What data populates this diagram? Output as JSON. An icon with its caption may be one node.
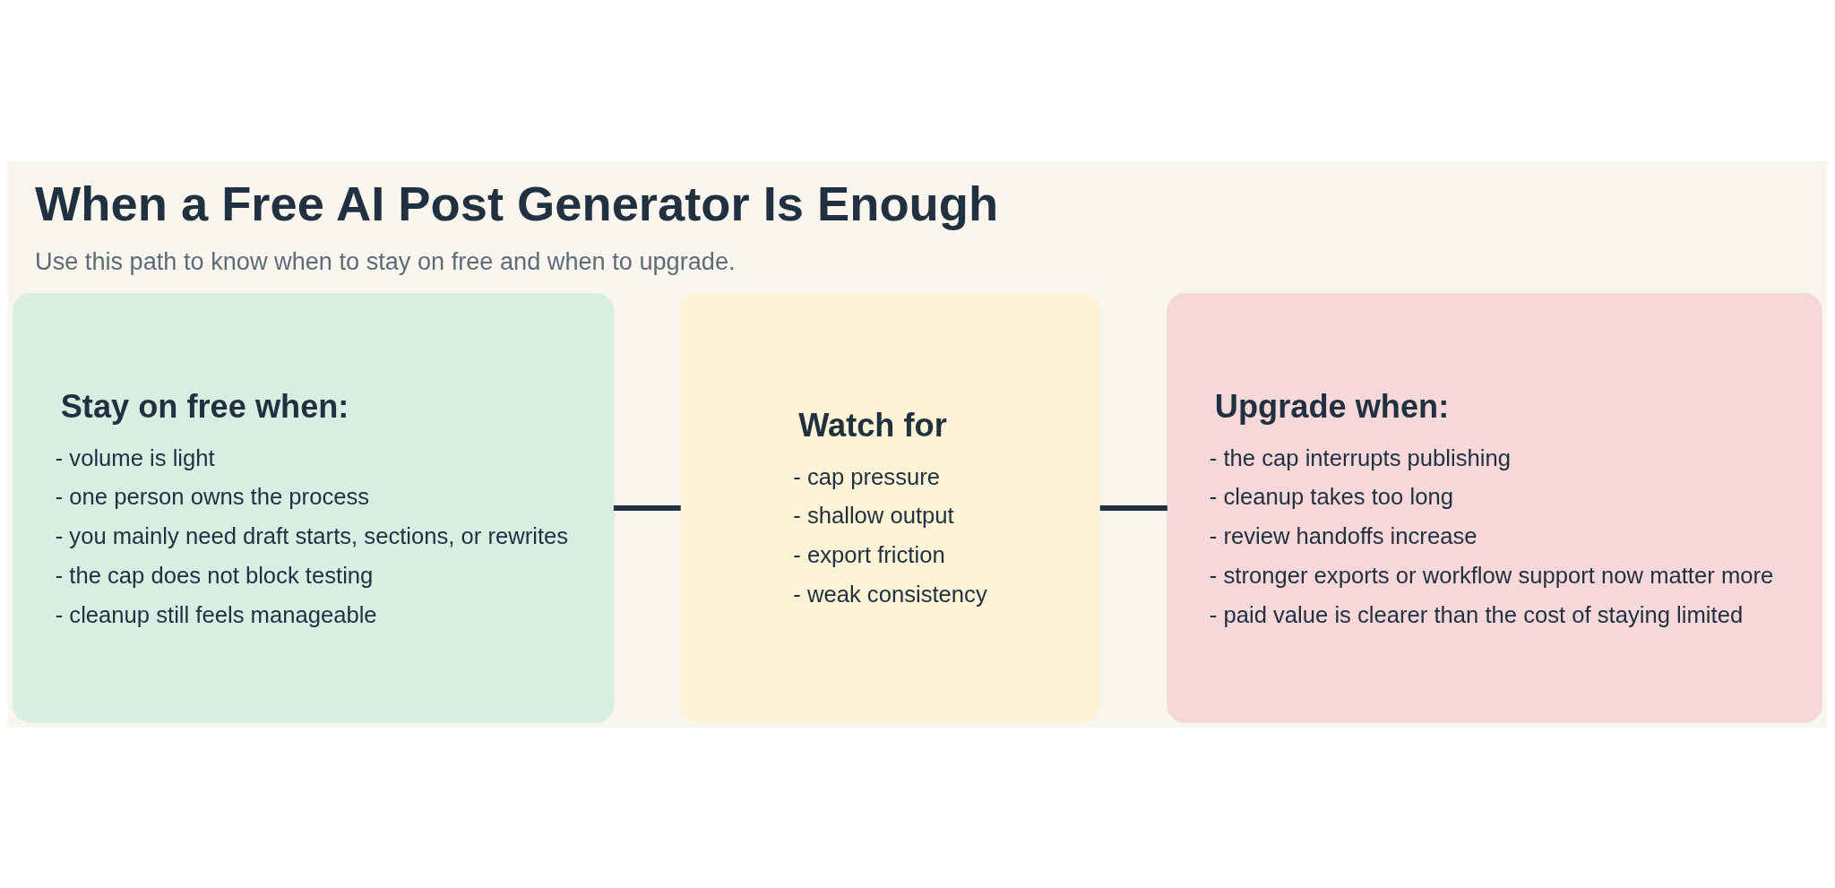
{
  "diagram": {
    "title": "When a Free AI Post Generator Is Enough",
    "caption": "Use this path to know when to stay on free and when to upgrade.",
    "nodes": [
      {
        "text": [
          "Stay on free when:",
          "- volume is light",
          "- one person owns the process",
          "- you mainly need draft starts, sections, or rewrites",
          "- the cap does not block testing",
          "- cleanup still feels manageable"
        ]
      },
      {
        "text": [
          "Watch for",
          "- cap pressure",
          "- shallow output",
          "- export friction",
          "- weak consistency"
        ]
      },
      {
        "text": [
          "Upgrade when:",
          "- the cap interrupts publishing",
          "- cleanup takes too long",
          "- review handoffs increase",
          "- stronger exports or workflow support now matter more",
          "- paid value is clearer than the cost of staying limited"
        ]
      }
    ],
    "edges": [
      {
        "from": 0,
        "to": 1,
        "arrow": "none"
      },
      {
        "from": 1,
        "to": 2,
        "arrow": "none"
      }
    ]
  }
}
